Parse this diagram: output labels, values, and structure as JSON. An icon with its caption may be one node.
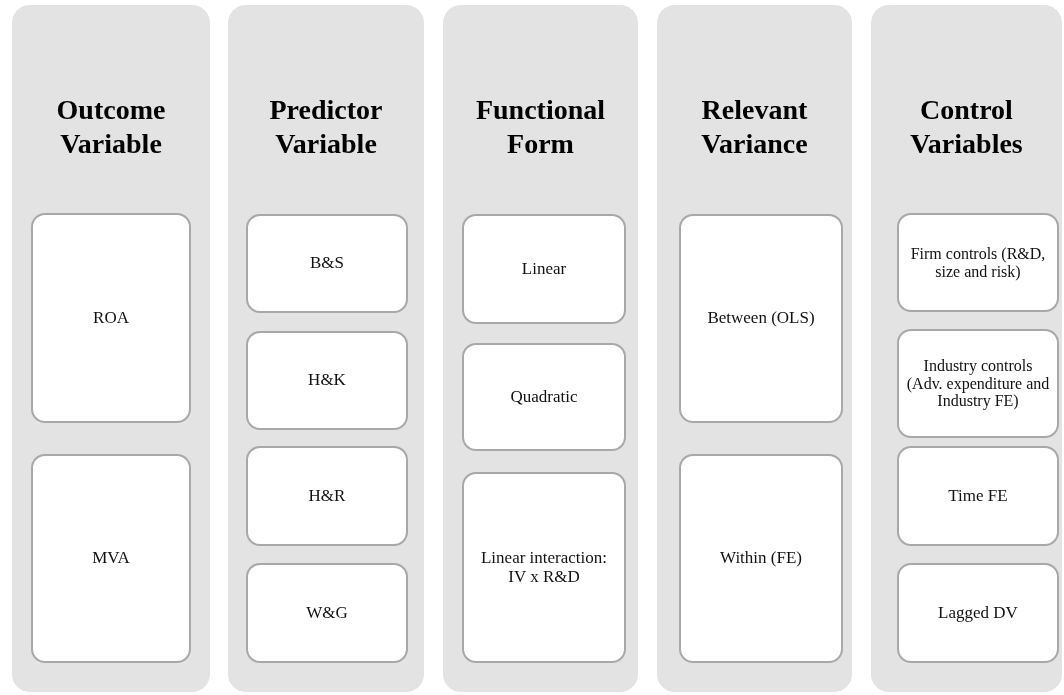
{
  "diagram": {
    "nodes": [
      {
        "text": [
          "Outcome Variable"
        ]
      },
      {
        "text": [
          "ROA"
        ],
        "in": 0
      },
      {
        "text": [
          "MVA"
        ],
        "in": 0
      },
      {
        "text": [
          "Predictor Variable"
        ]
      },
      {
        "text": [
          "B&S"
        ],
        "in": 3
      },
      {
        "text": [
          "H&K"
        ],
        "in": 3
      },
      {
        "text": [
          "H&R"
        ],
        "in": 3
      },
      {
        "text": [
          "W&G"
        ],
        "in": 3
      },
      {
        "text": [
          "Functional Form"
        ]
      },
      {
        "text": [
          "Linear"
        ],
        "in": 8
      },
      {
        "text": [
          "Quadratic"
        ],
        "in": 8
      },
      {
        "text": [
          "Linear interaction: IV x R&D"
        ],
        "in": 8
      },
      {
        "text": [
          "Relevant Variance"
        ]
      },
      {
        "text": [
          "Between (OLS)"
        ],
        "in": 12
      },
      {
        "text": [
          "Within (FE)"
        ],
        "in": 12
      },
      {
        "text": [
          "Control Variables"
        ]
      },
      {
        "text": [
          "Firm controls (R&D, size and risk)"
        ],
        "in": 15
      },
      {
        "text": [
          "Industry controls (Adv. expenditure and Industry FE)"
        ],
        "in": 15
      },
      {
        "text": [
          "Time FE"
        ],
        "in": 15
      },
      {
        "text": [
          "Lagged DV"
        ],
        "in": 15
      }
    ]
  }
}
